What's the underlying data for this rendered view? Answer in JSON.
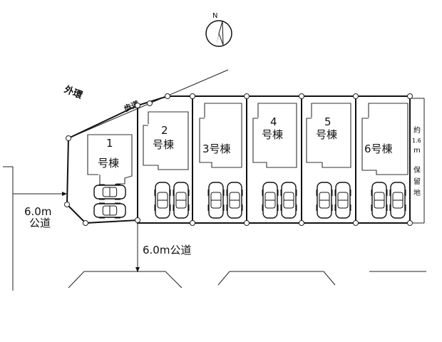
{
  "north": {
    "letter": "N"
  },
  "labels": {
    "outer_ring": "外環",
    "sidewalk": "歩道",
    "road_left_width": "6.0m",
    "road_left_name": "公道",
    "road_bottom": "6.0m公道"
  },
  "reserve": {
    "lines": [
      "約",
      "1.6",
      "m",
      "保",
      "留",
      "地"
    ]
  },
  "lots": [
    {
      "num": "1",
      "suffix": "号棟"
    },
    {
      "num": "2",
      "suffix": "号棟"
    },
    {
      "num": "",
      "suffix": "3号棟"
    },
    {
      "num": "4",
      "suffix": "号棟"
    },
    {
      "num": "5",
      "suffix": "号棟"
    },
    {
      "num": "",
      "suffix": "6号棟"
    }
  ]
}
